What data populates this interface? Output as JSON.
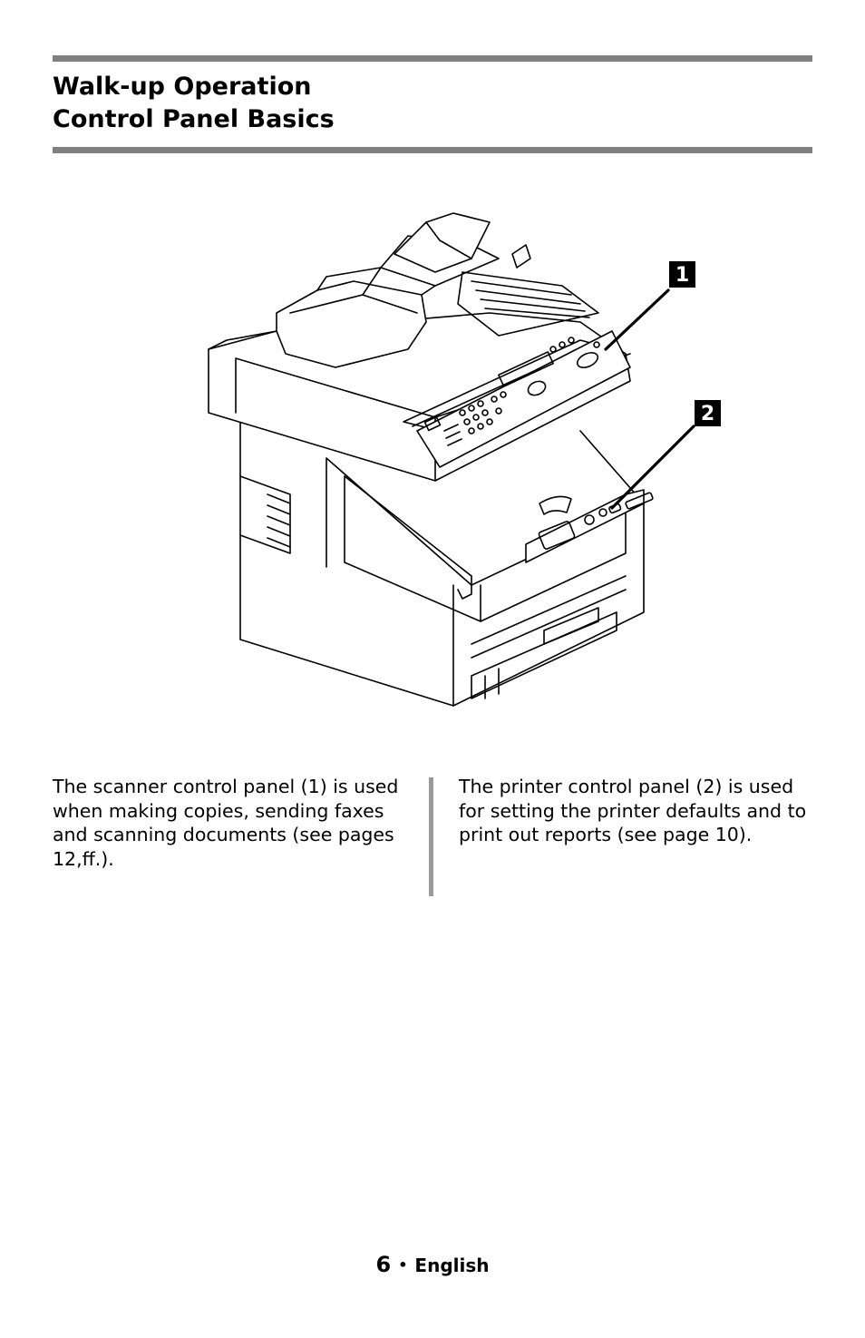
{
  "header": {
    "title_line1": "Walk-up Operation",
    "title_line2": "Control Panel Basics"
  },
  "figure": {
    "callout_1": "1",
    "callout_2": "2"
  },
  "columns": {
    "left_text": "The scanner control panel (1) is used when making copies, sending faxes and scanning documents (see pages 12,ff.).",
    "right_text": "The printer control panel (2) is used for setting the printer defaults and to print out reports (see page 10)."
  },
  "footer": {
    "page_number": "6",
    "separator": "•",
    "language": "English"
  }
}
